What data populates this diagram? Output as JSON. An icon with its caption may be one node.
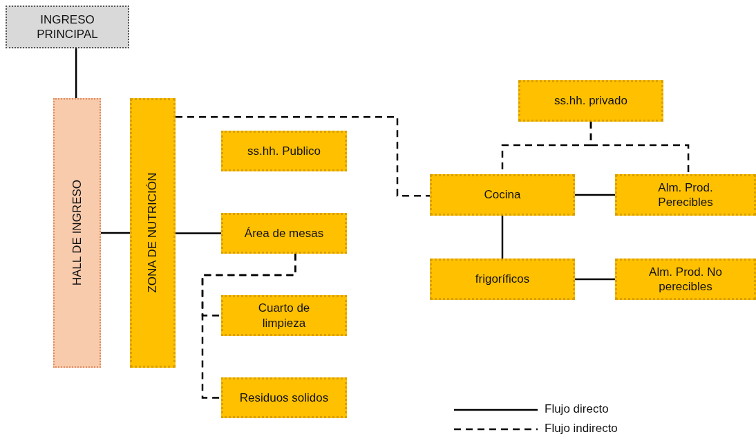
{
  "diagram": {
    "nodes": [
      {
        "text": [
          "INGRESO PRINCIPAL"
        ]
      },
      {
        "text": [
          "HALL DE INGRESO"
        ]
      },
      {
        "text": [
          "ZONA DE NUTRICIÓN"
        ]
      },
      {
        "text": [
          "ss.hh. Publico"
        ]
      },
      {
        "text": [
          "Área de mesas"
        ]
      },
      {
        "text": [
          "Cuarto de limpieza"
        ]
      },
      {
        "text": [
          "Residuos solidos"
        ]
      },
      {
        "text": [
          "ss.hh. privado"
        ]
      },
      {
        "text": [
          "Cocina"
        ]
      },
      {
        "text": [
          "Alm. Prod. Perecibles"
        ]
      },
      {
        "text": [
          "frigoríficos"
        ]
      },
      {
        "text": [
          "Alm. Prod. No perecibles"
        ]
      }
    ],
    "edges": [
      {
        "from": 0,
        "to": 1,
        "arrow": "none"
      },
      {
        "from": 1,
        "to": 2,
        "arrow": "none"
      },
      {
        "from": 2,
        "to": 4,
        "arrow": "none"
      },
      {
        "from": 2,
        "to": 8,
        "arrow": "none",
        "style": "dashed"
      },
      {
        "from": 4,
        "to": 5,
        "arrow": "none",
        "style": "dashed"
      },
      {
        "from": 4,
        "to": 6,
        "arrow": "none",
        "style": "dashed"
      },
      {
        "from": 7,
        "to": 8,
        "arrow": "none",
        "style": "dashed"
      },
      {
        "from": 7,
        "to": 9,
        "arrow": "none",
        "style": "dashed"
      },
      {
        "from": 8,
        "to": 9,
        "arrow": "none"
      },
      {
        "from": 8,
        "to": 10,
        "arrow": "none"
      },
      {
        "from": 10,
        "to": 11,
        "arrow": "none"
      }
    ],
    "legend": [
      {
        "text": "Flujo directo"
      },
      {
        "text": "Flujo indirecto"
      }
    ]
  }
}
